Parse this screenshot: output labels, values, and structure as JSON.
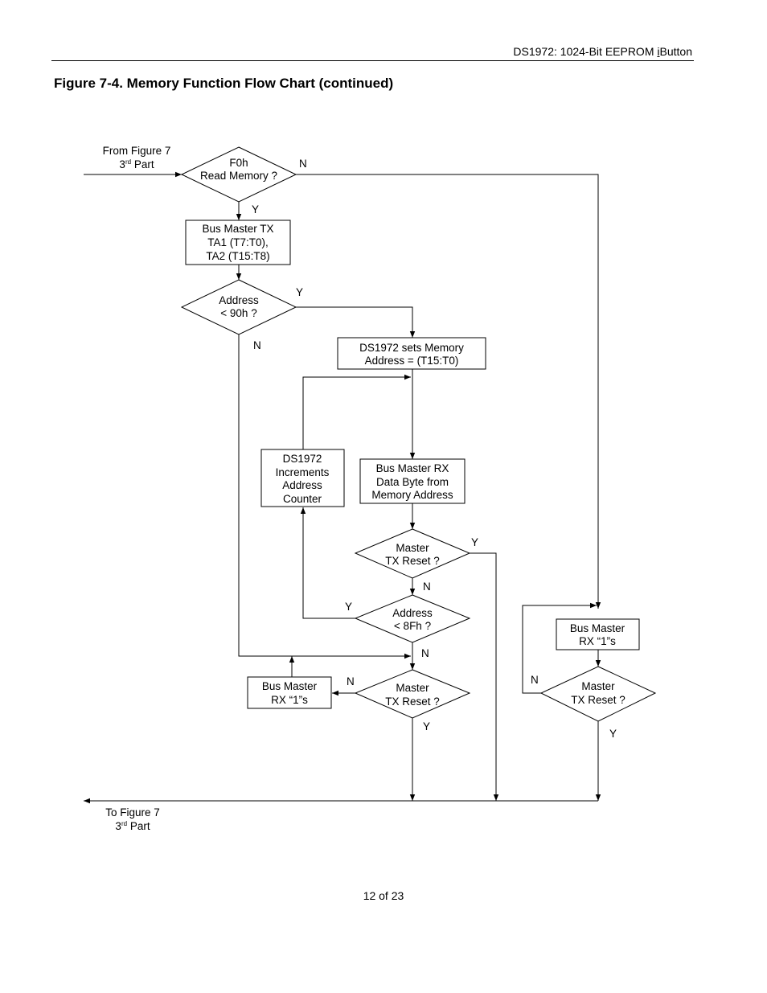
{
  "header": {
    "doc_title_prefix": "DS1972: 1024-Bit EEPROM ",
    "doc_title_i": "i",
    "doc_title_suffix": "Button"
  },
  "figure_title": "Figure 7-4. Memory Function Flow Chart (continued)",
  "page_footer": "12 of 23",
  "flowchart": {
    "entry": {
      "line1": "From Figure 7",
      "ord_num": "3",
      "ord_sup": "rd",
      "ord_word": " Part"
    },
    "exit": {
      "line1": "To Figure 7",
      "ord_num": "3",
      "ord_sup": "rd",
      "ord_word": " Part"
    },
    "d_read_memory": {
      "line1": "F0h",
      "line2": "Read Memory ?",
      "yes": "Y",
      "no": "N"
    },
    "b_tx_ta": {
      "line1": "Bus Master TX",
      "line2": "TA1 (T7:T0),",
      "line3": "TA2 (T15:T8)"
    },
    "d_addr_90": {
      "line1": "Address",
      "line2": "< 90h ?",
      "yes": "Y",
      "no": "N"
    },
    "b_sets_addr": {
      "line1": "DS1972 sets Memory",
      "line2": "Address = (T15:T0)"
    },
    "b_increment": {
      "line1": "DS1972",
      "line2": "Increments",
      "line3": "Address",
      "line4": "Counter"
    },
    "b_rx_byte": {
      "line1": "Bus Master RX",
      "line2": "Data Byte from",
      "line3": "Memory Address"
    },
    "d_reset_1": {
      "line1": "Master",
      "line2": "TX Reset ?",
      "yes": "Y",
      "no": "N"
    },
    "d_addr_8f": {
      "line1": "Address",
      "line2": "< 8Fh ?",
      "yes": "Y",
      "no": "N"
    },
    "d_reset_2": {
      "line1": "Master",
      "line2": "TX Reset ?",
      "yes": "Y",
      "no": "N"
    },
    "b_rx_ones_left": {
      "line1": "Bus Master",
      "line2": "RX “1”s"
    },
    "b_rx_ones_right": {
      "line1": "Bus Master",
      "line2": "RX “1”s"
    },
    "d_reset_3": {
      "line1": "Master",
      "line2": "TX Reset ?",
      "yes": "Y",
      "no": "N"
    }
  }
}
